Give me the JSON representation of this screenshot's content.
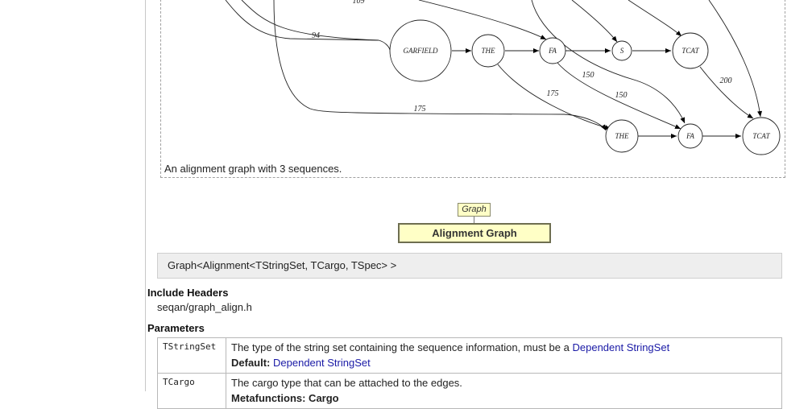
{
  "figure": {
    "caption": "An alignment graph with 3 sequences.",
    "nodes": [
      {
        "id": "garfield",
        "label": "GARFIELD"
      },
      {
        "id": "the1",
        "label": "THE"
      },
      {
        "id": "fa1",
        "label": "FA"
      },
      {
        "id": "s",
        "label": "S"
      },
      {
        "id": "tcat1",
        "label": "TCAT"
      },
      {
        "id": "the2",
        "label": "THE"
      },
      {
        "id": "fa2",
        "label": "FA"
      },
      {
        "id": "tcat2",
        "label": "TCAT"
      }
    ],
    "edge_labels": [
      "109",
      "94",
      "175",
      "150",
      "175",
      "150",
      "200"
    ]
  },
  "hierarchy": {
    "parent": "Graph",
    "current": "Alignment Graph"
  },
  "signature": "Graph<Alignment<TStringSet, TCargo, TSpec> >",
  "include_headers": {
    "heading": "Include Headers",
    "file": "seqan/graph_align.h"
  },
  "parameters": {
    "heading": "Parameters",
    "rows": [
      {
        "name": "TStringSet",
        "description": "The type of the string set containing the sequence information, must be a ",
        "link": "Dependent StringSet",
        "default_label": "Default:",
        "default_value": "Dependent StringSet"
      },
      {
        "name": "TCargo",
        "description": "The cargo type that can be attached to the edges.",
        "partial": "Metafunctions: Cargo"
      }
    ]
  }
}
